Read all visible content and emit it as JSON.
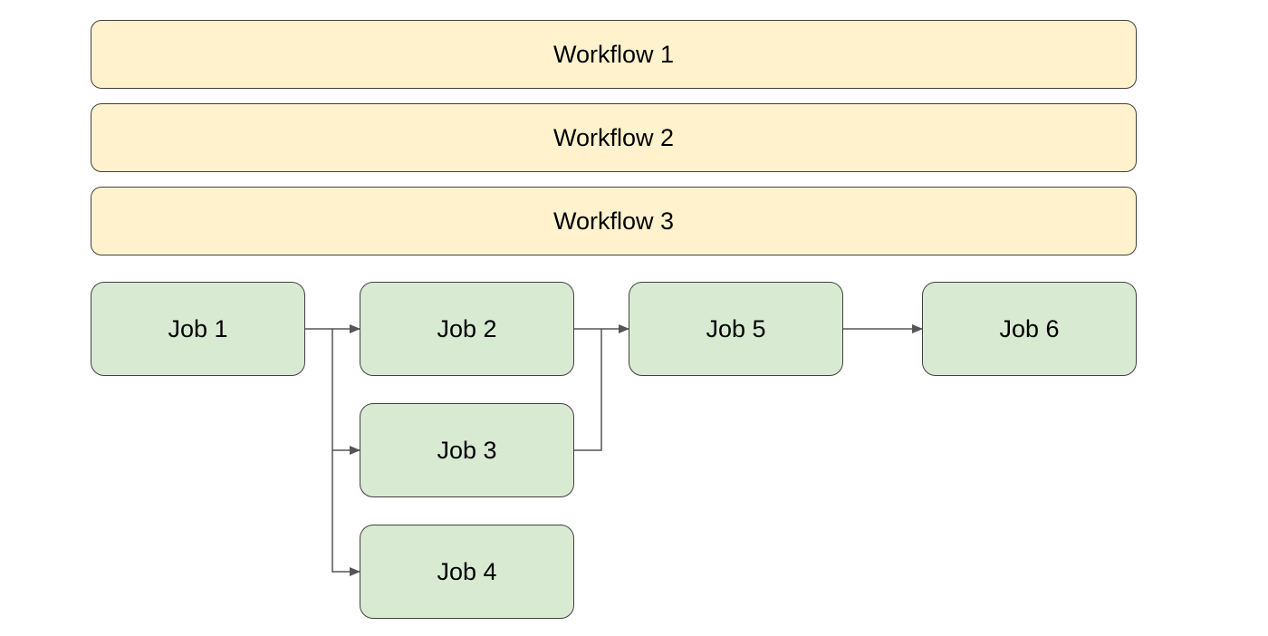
{
  "workflows": [
    {
      "label": "Workflow 1"
    },
    {
      "label": "Workflow 2"
    },
    {
      "label": "Workflow 3"
    }
  ],
  "jobs": {
    "job1": "Job 1",
    "job2": "Job 2",
    "job3": "Job 3",
    "job4": "Job 4",
    "job5": "Job 5",
    "job6": "Job 6"
  },
  "edges": [
    {
      "from": "Job 1",
      "to": "Job 2"
    },
    {
      "from": "Job 1",
      "to": "Job 3"
    },
    {
      "from": "Job 1",
      "to": "Job 4"
    },
    {
      "from": "Job 2",
      "to": "Job 5"
    },
    {
      "from": "Job 3",
      "to": "Job 5"
    },
    {
      "from": "Job 5",
      "to": "Job 6"
    }
  ],
  "colors": {
    "workflow_fill": "#fff2cc",
    "job_fill": "#d9ead3",
    "border": "#404040",
    "connector": "#555555"
  }
}
